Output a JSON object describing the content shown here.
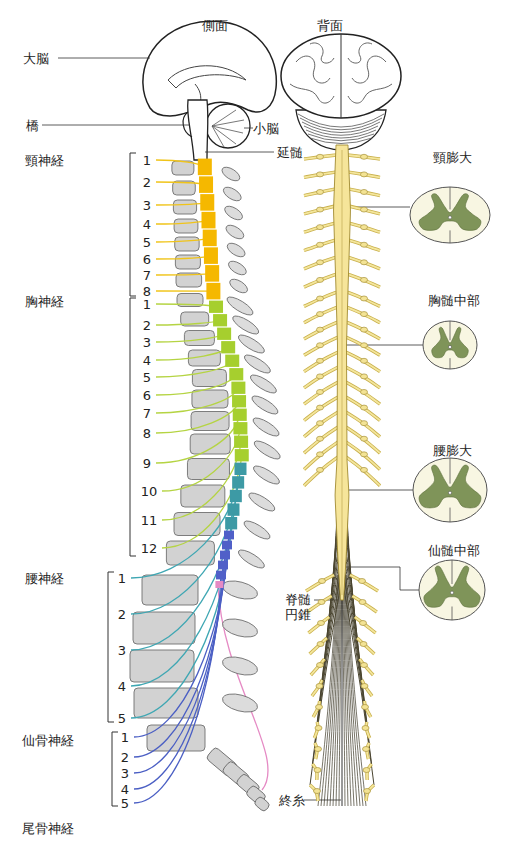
{
  "diagram": {
    "labels": [
      "側面",
      "背面",
      "大脳",
      "橋",
      "小脳",
      "延髄",
      "頸神経",
      "1",
      "2",
      "3",
      "4",
      "5",
      "6",
      "7",
      "8",
      "胸神経",
      "1",
      "2",
      "3",
      "4",
      "5",
      "6",
      "7",
      "8",
      "9",
      "10",
      "11",
      "12",
      "腰神経",
      "1",
      "2",
      "3",
      "4",
      "5",
      "仙骨神経",
      "1",
      "2",
      "3",
      "4",
      "5",
      "尾骨神経",
      "頸膨大",
      "胸髄中部",
      "腰膨大",
      "仙髄中部",
      "脊髄 円錐",
      "終糸"
    ]
  }
}
